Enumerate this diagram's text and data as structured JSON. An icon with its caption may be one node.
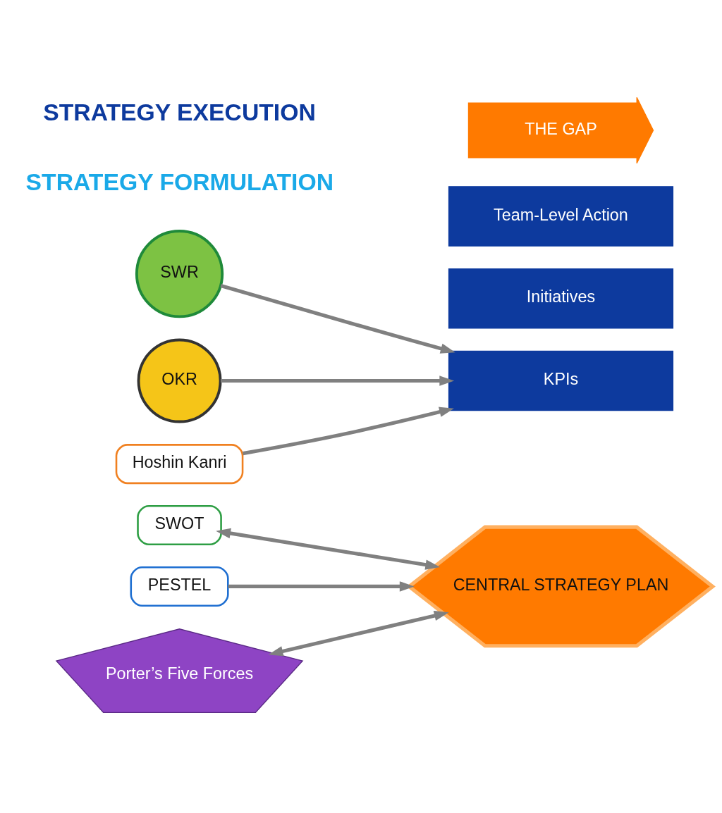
{
  "diagram": {
    "nodes": [
      {
        "text": [
          "SWOT"
        ]
      },
      {
        "text": [
          "PESTEL"
        ]
      },
      {
        "text": [
          "Porter’s Five Forces"
        ]
      },
      {
        "text": [
          "CENTRAL STRATEGY PLAN"
        ]
      },
      {
        "text": [
          "SWR"
        ]
      },
      {
        "text": [
          "OKR"
        ]
      },
      {
        "text": [
          "Hoshin Kanri"
        ]
      },
      {
        "text": [
          "KPIs"
        ]
      },
      {
        "text": [
          "Initiatives"
        ]
      },
      {
        "text": [
          "Team-Level Action"
        ]
      },
      {
        "text": [
          "THE GAP"
        ]
      }
    ],
    "edges": [
      {
        "from": 0,
        "to": 3,
        "arrow": "both"
      },
      {
        "from": 1,
        "to": 3,
        "arrow": "to"
      },
      {
        "from": 2,
        "to": 3,
        "arrow": "both"
      },
      {
        "from": 4,
        "to": 7,
        "arrow": "to"
      },
      {
        "from": 5,
        "to": 7,
        "arrow": "to"
      },
      {
        "from": 6,
        "to": 7,
        "arrow": "to"
      }
    ],
    "labels": [
      "STRATEGY FORMULATION",
      "STRATEGY EXECUTION"
    ]
  }
}
